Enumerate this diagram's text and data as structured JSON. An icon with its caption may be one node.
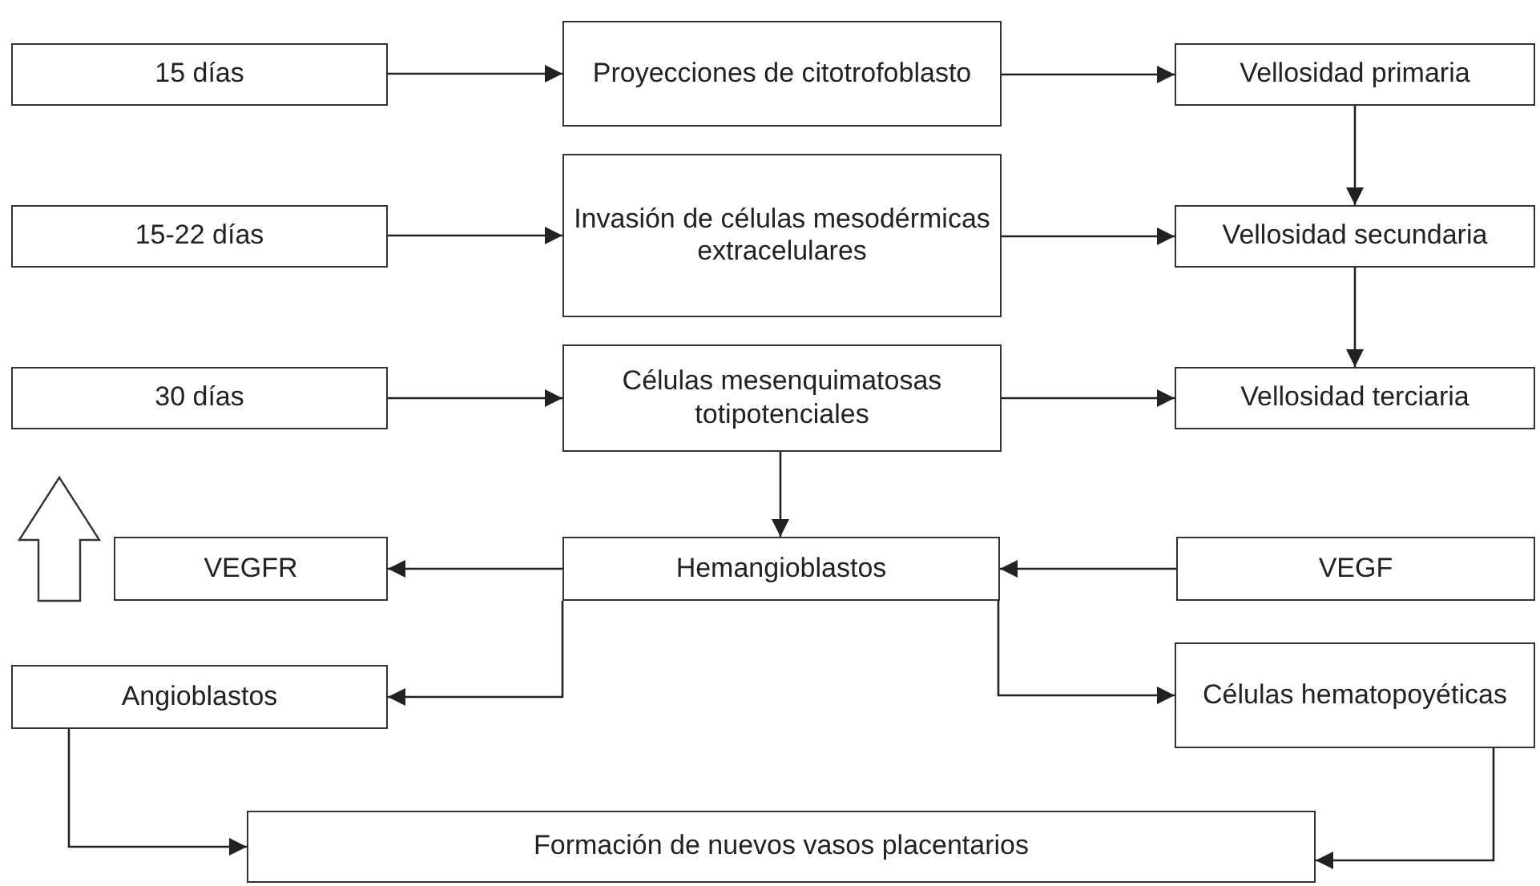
{
  "diagram": {
    "nodes": [
      {
        "text": [
          "15 días"
        ]
      },
      {
        "text": [
          "Proyecciones de citotrofoblasto"
        ]
      },
      {
        "text": [
          "Vellosidad primaria"
        ]
      },
      {
        "text": [
          "15-22 días"
        ]
      },
      {
        "text": [
          "Invasión de células mesodérmicas extracelulares"
        ]
      },
      {
        "text": [
          "Vellosidad secundaria"
        ]
      },
      {
        "text": [
          "30 días"
        ]
      },
      {
        "text": [
          "Células mesenquimatosas totipotenciales"
        ]
      },
      {
        "text": [
          "Vellosidad terciaria"
        ]
      },
      {
        "text": [
          "VEGFR"
        ]
      },
      {
        "text": [
          "Hemangioblastos"
        ]
      },
      {
        "text": [
          "VEGF"
        ]
      },
      {
        "text": [
          "Angioblastos"
        ]
      },
      {
        "text": [
          "Células hematopoyéticas"
        ]
      },
      {
        "text": [
          "Formación de nuevos vasos placentarios"
        ]
      }
    ],
    "edges": [
      {
        "from": 0,
        "to": 1,
        "arrow": "to"
      },
      {
        "from": 1,
        "to": 2,
        "arrow": "to"
      },
      {
        "from": 3,
        "to": 4,
        "arrow": "to"
      },
      {
        "from": 4,
        "to": 5,
        "arrow": "to"
      },
      {
        "from": 6,
        "to": 7,
        "arrow": "to"
      },
      {
        "from": 7,
        "to": 8,
        "arrow": "to"
      },
      {
        "from": 2,
        "to": 5,
        "arrow": "to"
      },
      {
        "from": 5,
        "to": 8,
        "arrow": "to"
      },
      {
        "from": 7,
        "to": 10,
        "arrow": "to"
      },
      {
        "from": 10,
        "to": 9,
        "arrow": "to"
      },
      {
        "from": 11,
        "to": 10,
        "arrow": "to"
      },
      {
        "from": 10,
        "to": 12,
        "arrow": "to"
      },
      {
        "from": 10,
        "to": 13,
        "arrow": "to"
      },
      {
        "from": 12,
        "to": 14,
        "arrow": "to"
      },
      {
        "from": 13,
        "to": 14,
        "arrow": "to"
      }
    ]
  }
}
